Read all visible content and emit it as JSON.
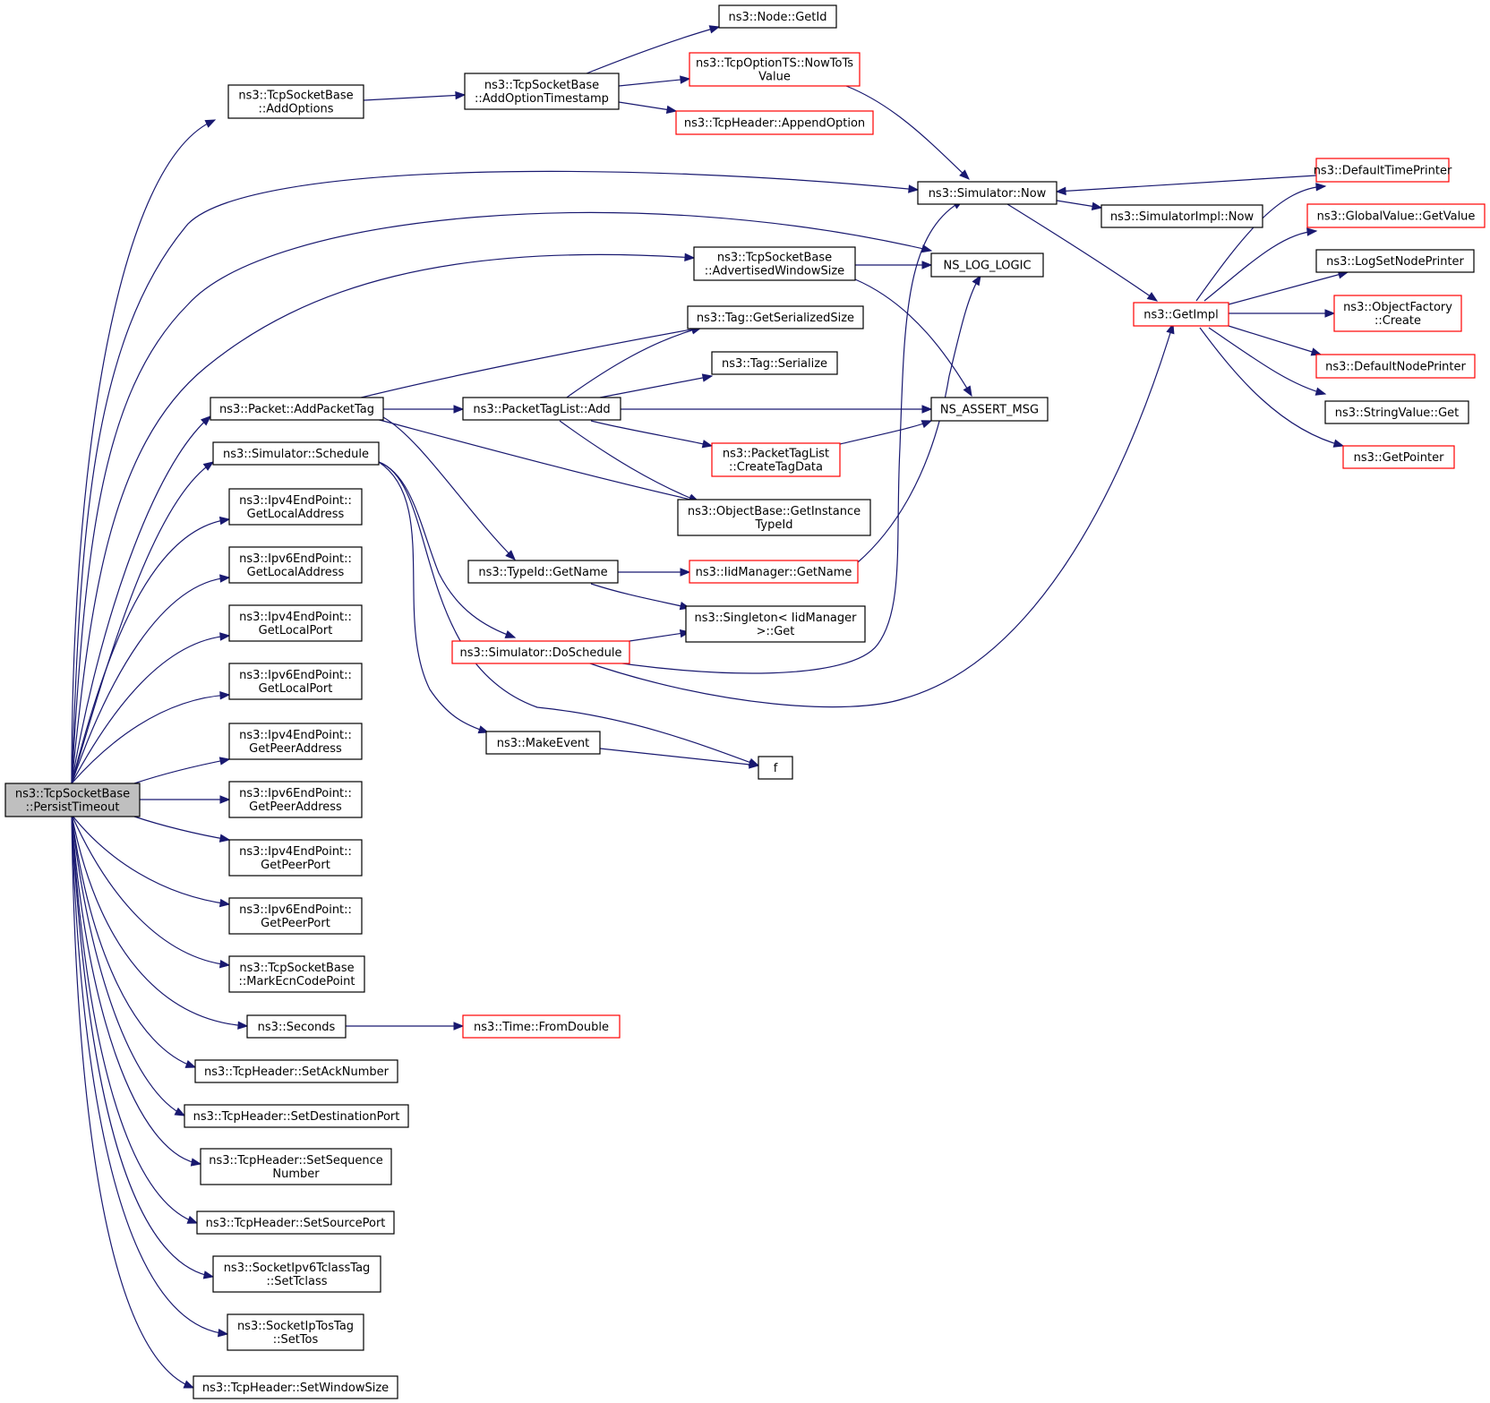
{
  "diagram": {
    "type": "call-graph",
    "colors": {
      "edge": "#191970",
      "node_border": "#000000",
      "truncated_border": "#ff0000",
      "root_fill": "#bfbfbf"
    },
    "nodes": [
      {
        "id": "persist",
        "lines": [
          "ns3::TcpSocketBase",
          "::PersistTimeout"
        ],
        "style": "root"
      },
      {
        "id": "addoptions",
        "lines": [
          "ns3::TcpSocketBase",
          "::AddOptions"
        ],
        "style": "normal"
      },
      {
        "id": "addoptts",
        "lines": [
          "ns3::TcpSocketBase",
          "::AddOptionTimestamp"
        ],
        "style": "normal"
      },
      {
        "id": "nodegetid",
        "lines": [
          "ns3::Node::GetId"
        ],
        "style": "normal"
      },
      {
        "id": "nowtots",
        "lines": [
          "ns3::TcpOptionTS::NowToTs",
          "Value"
        ],
        "style": "truncated"
      },
      {
        "id": "appendopt",
        "lines": [
          "ns3::TcpHeader::AppendOption"
        ],
        "style": "truncated"
      },
      {
        "id": "simnow",
        "lines": [
          "ns3::Simulator::Now"
        ],
        "style": "normal"
      },
      {
        "id": "simimplnow",
        "lines": [
          "ns3::SimulatorImpl::Now"
        ],
        "style": "normal"
      },
      {
        "id": "advwin",
        "lines": [
          "ns3::TcpSocketBase",
          "::AdvertisedWindowSize"
        ],
        "style": "normal"
      },
      {
        "id": "nslog",
        "lines": [
          "NS_LOG_LOGIC"
        ],
        "style": "normal"
      },
      {
        "id": "taggetser",
        "lines": [
          "ns3::Tag::GetSerializedSize"
        ],
        "style": "normal"
      },
      {
        "id": "tagser",
        "lines": [
          "ns3::Tag::Serialize"
        ],
        "style": "normal"
      },
      {
        "id": "addpackettag",
        "lines": [
          "ns3::Packet::AddPacketTag"
        ],
        "style": "normal"
      },
      {
        "id": "ptladd",
        "lines": [
          "ns3::PacketTagList::Add"
        ],
        "style": "normal"
      },
      {
        "id": "nsassert",
        "lines": [
          "NS_ASSERT_MSG"
        ],
        "style": "normal"
      },
      {
        "id": "createtag",
        "lines": [
          "ns3::PacketTagList",
          "::CreateTagData"
        ],
        "style": "truncated"
      },
      {
        "id": "schedule",
        "lines": [
          "ns3::Simulator::Schedule"
        ],
        "style": "normal"
      },
      {
        "id": "getinst",
        "lines": [
          "ns3::ObjectBase::GetInstance",
          "TypeId"
        ],
        "style": "normal"
      },
      {
        "id": "typeidgetname",
        "lines": [
          "ns3::TypeId::GetName"
        ],
        "style": "normal"
      },
      {
        "id": "iidgetname",
        "lines": [
          "ns3::IidManager::GetName"
        ],
        "style": "truncated"
      },
      {
        "id": "singleton",
        "lines": [
          "ns3::Singleton< IidManager",
          ">::Get"
        ],
        "style": "normal"
      },
      {
        "id": "doschedule",
        "lines": [
          "ns3::Simulator::DoSchedule"
        ],
        "style": "truncated"
      },
      {
        "id": "makeevent",
        "lines": [
          "ns3::MakeEvent"
        ],
        "style": "normal"
      },
      {
        "id": "f",
        "lines": [
          "f"
        ],
        "style": "normal"
      },
      {
        "id": "getimpl",
        "lines": [
          "ns3::GetImpl"
        ],
        "style": "truncated"
      },
      {
        "id": "deftime",
        "lines": [
          "ns3::DefaultTimePrinter"
        ],
        "style": "truncated"
      },
      {
        "id": "globalget",
        "lines": [
          "ns3::GlobalValue::GetValue"
        ],
        "style": "truncated"
      },
      {
        "id": "logsetnode",
        "lines": [
          "ns3::LogSetNodePrinter"
        ],
        "style": "normal"
      },
      {
        "id": "objfactory",
        "lines": [
          "ns3::ObjectFactory",
          "::Create"
        ],
        "style": "truncated"
      },
      {
        "id": "defnode",
        "lines": [
          "ns3::DefaultNodePrinter"
        ],
        "style": "truncated"
      },
      {
        "id": "stringget",
        "lines": [
          "ns3::StringValue::Get"
        ],
        "style": "normal"
      },
      {
        "id": "getpointer",
        "lines": [
          "ns3::GetPointer"
        ],
        "style": "truncated"
      },
      {
        "id": "ipv4locaddr",
        "lines": [
          "ns3::Ipv4EndPoint::",
          "GetLocalAddress"
        ],
        "style": "normal"
      },
      {
        "id": "ipv6locaddr",
        "lines": [
          "ns3::Ipv6EndPoint::",
          "GetLocalAddress"
        ],
        "style": "normal"
      },
      {
        "id": "ipv4locport",
        "lines": [
          "ns3::Ipv4EndPoint::",
          "GetLocalPort"
        ],
        "style": "normal"
      },
      {
        "id": "ipv6locport",
        "lines": [
          "ns3::Ipv6EndPoint::",
          "GetLocalPort"
        ],
        "style": "normal"
      },
      {
        "id": "ipv4peeraddr",
        "lines": [
          "ns3::Ipv4EndPoint::",
          "GetPeerAddress"
        ],
        "style": "normal"
      },
      {
        "id": "ipv6peeraddr",
        "lines": [
          "ns3::Ipv6EndPoint::",
          "GetPeerAddress"
        ],
        "style": "normal"
      },
      {
        "id": "ipv4peerport",
        "lines": [
          "ns3::Ipv4EndPoint::",
          "GetPeerPort"
        ],
        "style": "normal"
      },
      {
        "id": "ipv6peerport",
        "lines": [
          "ns3::Ipv6EndPoint::",
          "GetPeerPort"
        ],
        "style": "normal"
      },
      {
        "id": "markecn",
        "lines": [
          "ns3::TcpSocketBase",
          "::MarkEcnCodePoint"
        ],
        "style": "normal"
      },
      {
        "id": "seconds",
        "lines": [
          "ns3::Seconds"
        ],
        "style": "normal"
      },
      {
        "id": "fromdouble",
        "lines": [
          "ns3::Time::FromDouble"
        ],
        "style": "truncated"
      },
      {
        "id": "setack",
        "lines": [
          "ns3::TcpHeader::SetAckNumber"
        ],
        "style": "normal"
      },
      {
        "id": "setdest",
        "lines": [
          "ns3::TcpHeader::SetDestinationPort"
        ],
        "style": "normal"
      },
      {
        "id": "setseq",
        "lines": [
          "ns3::TcpHeader::SetSequence",
          "Number"
        ],
        "style": "normal"
      },
      {
        "id": "setsrc",
        "lines": [
          "ns3::TcpHeader::SetSourcePort"
        ],
        "style": "normal"
      },
      {
        "id": "settclass",
        "lines": [
          "ns3::SocketIpv6TclassTag",
          "::SetTclass"
        ],
        "style": "normal"
      },
      {
        "id": "settos",
        "lines": [
          "ns3::SocketIpTosTag",
          "::SetTos"
        ],
        "style": "normal"
      },
      {
        "id": "setwin",
        "lines": [
          "ns3::TcpHeader::SetWindowSize"
        ],
        "style": "normal"
      }
    ],
    "edges": [
      [
        "persist",
        "addoptions"
      ],
      [
        "persist",
        "simnow"
      ],
      [
        "persist",
        "nslog"
      ],
      [
        "persist",
        "advwin"
      ],
      [
        "persist",
        "addpackettag"
      ],
      [
        "persist",
        "schedule"
      ],
      [
        "persist",
        "ipv4locaddr"
      ],
      [
        "persist",
        "ipv6locaddr"
      ],
      [
        "persist",
        "ipv4locport"
      ],
      [
        "persist",
        "ipv6locport"
      ],
      [
        "persist",
        "ipv4peeraddr"
      ],
      [
        "persist",
        "ipv6peeraddr"
      ],
      [
        "persist",
        "ipv4peerport"
      ],
      [
        "persist",
        "ipv6peerport"
      ],
      [
        "persist",
        "markecn"
      ],
      [
        "persist",
        "seconds"
      ],
      [
        "persist",
        "setack"
      ],
      [
        "persist",
        "setdest"
      ],
      [
        "persist",
        "setseq"
      ],
      [
        "persist",
        "setsrc"
      ],
      [
        "persist",
        "settclass"
      ],
      [
        "persist",
        "settos"
      ],
      [
        "persist",
        "setwin"
      ],
      [
        "addoptions",
        "addoptts"
      ],
      [
        "addoptts",
        "nodegetid"
      ],
      [
        "addoptts",
        "nowtots"
      ],
      [
        "addoptts",
        "appendopt"
      ],
      [
        "nowtots",
        "simnow"
      ],
      [
        "simnow",
        "simimplnow"
      ],
      [
        "simnow",
        "getimpl"
      ],
      [
        "deftime",
        "simnow"
      ],
      [
        "advwin",
        "nslog"
      ],
      [
        "advwin",
        "nsassert"
      ],
      [
        "addpackettag",
        "taggetser"
      ],
      [
        "addpackettag",
        "ptladd"
      ],
      [
        "addpackettag",
        "getinst"
      ],
      [
        "addpackettag",
        "typeidgetname"
      ],
      [
        "ptladd",
        "taggetser"
      ],
      [
        "ptladd",
        "tagser"
      ],
      [
        "ptladd",
        "nsassert"
      ],
      [
        "ptladd",
        "createtag"
      ],
      [
        "ptladd",
        "getinst"
      ],
      [
        "createtag",
        "nsassert"
      ],
      [
        "schedule",
        "doschedule"
      ],
      [
        "schedule",
        "makeevent"
      ],
      [
        "schedule",
        "f"
      ],
      [
        "typeidgetname",
        "iidgetname"
      ],
      [
        "typeidgetname",
        "singleton"
      ],
      [
        "iidgetname",
        "nslog"
      ],
      [
        "doschedule",
        "singleton"
      ],
      [
        "doschedule",
        "simnow"
      ],
      [
        "doschedule",
        "getimpl"
      ],
      [
        "makeevent",
        "f"
      ],
      [
        "seconds",
        "fromdouble"
      ],
      [
        "getimpl",
        "deftime"
      ],
      [
        "getimpl",
        "globalget"
      ],
      [
        "getimpl",
        "logsetnode"
      ],
      [
        "getimpl",
        "objfactory"
      ],
      [
        "getimpl",
        "defnode"
      ],
      [
        "getimpl",
        "stringget"
      ],
      [
        "getimpl",
        "getpointer"
      ]
    ]
  }
}
